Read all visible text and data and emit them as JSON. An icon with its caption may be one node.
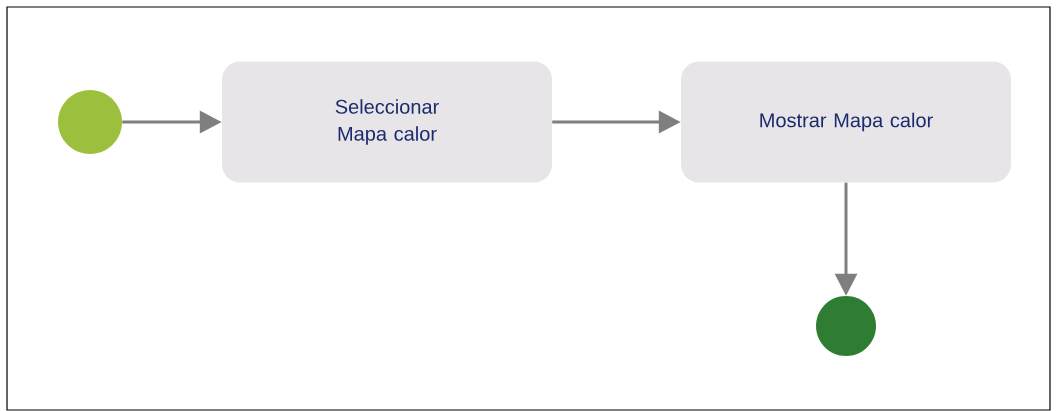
{
  "diagram": {
    "nodes": [
      {
        "text": [],
        "shape": "circle"
      },
      {
        "text": [
          "Seleccionar Mapa calor"
        ]
      },
      {
        "text": [
          "Mostrar Mapa calor"
        ]
      },
      {
        "text": [],
        "shape": "circle"
      }
    ],
    "edges": [
      {
        "from": 0,
        "to": 1,
        "arrow": "to"
      },
      {
        "from": 1,
        "to": 2,
        "arrow": "to"
      },
      {
        "from": 2,
        "to": 3,
        "arrow": "to"
      }
    ]
  }
}
